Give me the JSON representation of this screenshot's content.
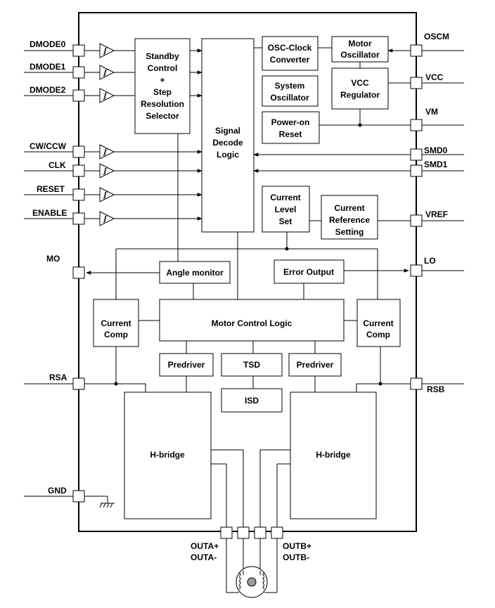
{
  "pins_left": [
    "DMODE0",
    "DMODE1",
    "DMODE2",
    "CW/CCW",
    "CLK",
    "RESET",
    "ENABLE",
    "MO",
    "RSA",
    "GND"
  ],
  "pins_right": [
    "OSCM",
    "VCC",
    "VM",
    "SMD0",
    "SMD1",
    "VREF",
    "LO",
    "RSB"
  ],
  "pins_bottom": [
    "OUTA+",
    "OUTA-",
    "OUTB+",
    "OUTB-"
  ],
  "blocks": {
    "standby": [
      "Standby",
      "Control",
      "+",
      "Step",
      "Resolution",
      "Selector"
    ],
    "decode": [
      "Signal",
      "Decode",
      "Logic"
    ],
    "osc_clock": [
      "OSC-Clock",
      "Converter"
    ],
    "motor_osc": [
      "Motor",
      "Oscillator"
    ],
    "system_osc": [
      "System",
      "Oscillator"
    ],
    "vcc_reg": [
      "VCC",
      "Regulator"
    ],
    "power_on": [
      "Power-on",
      "Reset"
    ],
    "current_level": [
      "Current",
      "Level",
      "Set"
    ],
    "current_ref": [
      "Current",
      "Reference",
      "Setting"
    ],
    "angle_monitor": "Angle monitor",
    "error_output": "Error Output",
    "current_comp_a": [
      "Current",
      "Comp"
    ],
    "current_comp_b": [
      "Current",
      "Comp"
    ],
    "motor_control": "Motor Control Logic",
    "predriver_a": "Predriver",
    "predriver_b": "Predriver",
    "tsd": "TSD",
    "isd": "ISD",
    "hbridge_a": "H-bridge",
    "hbridge_b": "H-bridge"
  }
}
